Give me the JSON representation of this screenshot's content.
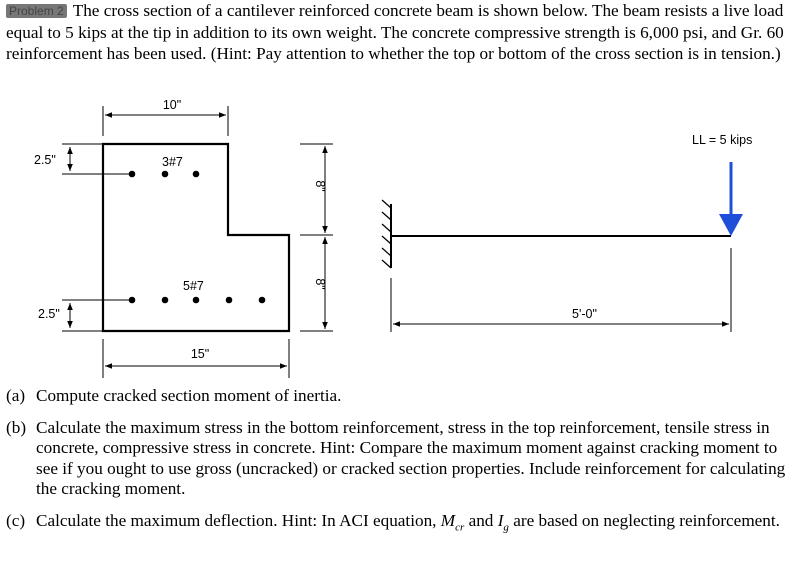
{
  "problem": {
    "badge": "Problem 2",
    "text": "The cross section of a cantilever reinforced concrete beam is shown below.  The beam resists a live load equal to 5 kips at the tip in addition to its own weight.  The concrete compressive strength is 6,000 psi, and Gr. 60 reinforcement has been used.  (Hint: Pay attention to whether the top or bottom of the cross section is in tension.)"
  },
  "figure": {
    "dim_top_width": "10\"",
    "dim_bottom_width": "15\"",
    "dim_top_cover": "2.5\"",
    "dim_bottom_cover": "2.5\"",
    "dim_upper_height": "8\"",
    "dim_lower_height": "8\"",
    "top_bars_label": "3#7",
    "bottom_bars_label": "5#7",
    "load_label": "LL = 5 kips",
    "span_label": "5'-0\""
  },
  "parts": {
    "a": {
      "label": "(a)",
      "text": "Compute cracked section moment of inertia."
    },
    "b": {
      "label": "(b)",
      "text": "Calculate the maximum stress in the bottom reinforcement, stress in the top reinforcement, tensile stress in concrete, compressive stress in concrete.  Hint: Compare the maximum moment against cracking moment to see if you ought to use gross (uncracked) or cracked section properties.  Include reinforcement for calculating the cracking moment."
    },
    "c": {
      "label": "(c)",
      "text_1": "Calculate the maximum deflection.  Hint: In ACI equation, ",
      "m": "M",
      "m_sub": "cr",
      "and": " and ",
      "i": "I",
      "i_sub": "g",
      "text_2": " are based on neglecting reinforcement."
    }
  },
  "colors": {
    "load_arrow": "#1f4fd8"
  }
}
